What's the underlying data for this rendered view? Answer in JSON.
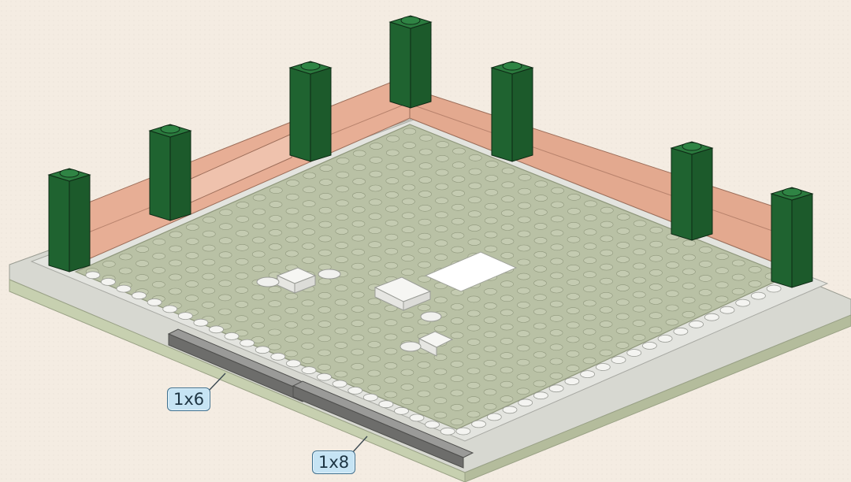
{
  "callouts": [
    {
      "id": "a",
      "text": "1x6"
    },
    {
      "id": "b",
      "text": "1x8"
    }
  ],
  "colors": {
    "background": "#f4ece2",
    "baseplate": "#b7bfa3",
    "stud": "#c4cbb1",
    "brick_white": "#f1f1ee",
    "tile_light_gray": "#d2d2cf",
    "tile_dark_gray": "#8d8d8d",
    "wall_salmon": "#eab79f",
    "column_dark_green": "#1c5a2b",
    "callout_fill": "#c6e4f4"
  }
}
